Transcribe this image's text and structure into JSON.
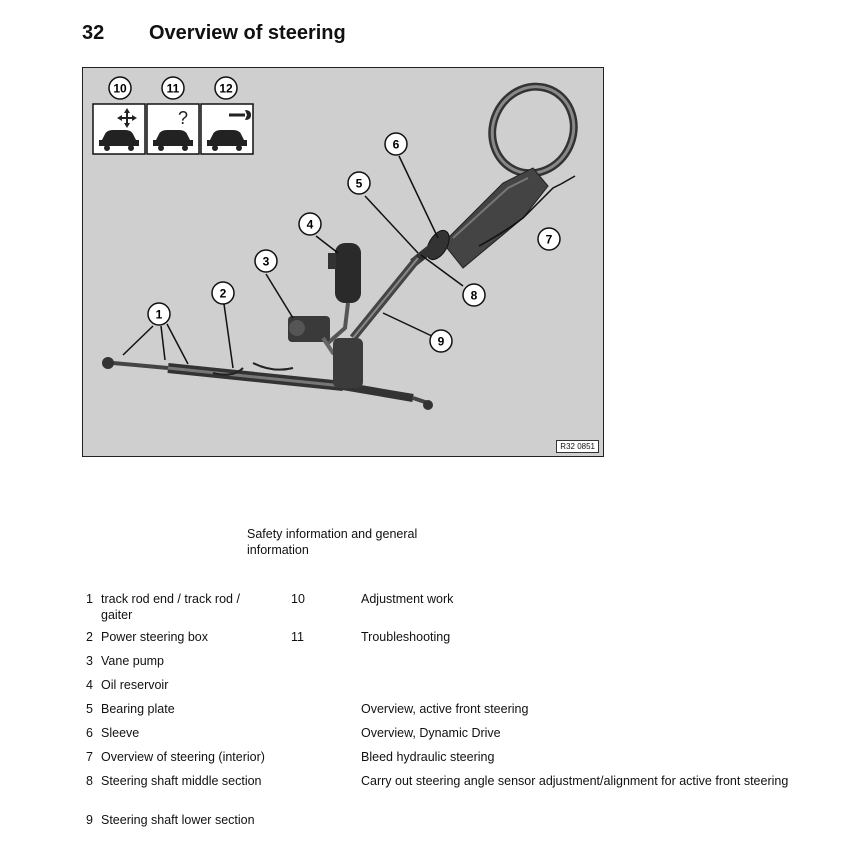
{
  "page": {
    "number": "32",
    "title": "Overview of steering"
  },
  "figure": {
    "reference_code": "R32 0851",
    "callouts": [
      "1",
      "2",
      "3",
      "4",
      "5",
      "6",
      "7",
      "8",
      "9"
    ],
    "symbols": [
      {
        "number": "10",
        "icon": "car-with-adjustment-arrows-icon"
      },
      {
        "number": "11",
        "icon": "car-with-question-mark-icon"
      },
      {
        "number": "12",
        "icon": "car-with-wrench-icon"
      }
    ]
  },
  "safety_text": "Safety information and general information",
  "legend": [
    {
      "num": "1",
      "label": "track rod end / track rod / gaiter",
      "ref_num": "10",
      "ref_label": "Adjustment work"
    },
    {
      "num": "2",
      "label": "Power steering box",
      "ref_num": "11",
      "ref_label": "Troubleshooting"
    },
    {
      "num": "3",
      "label": "Vane pump",
      "ref_num": "",
      "ref_label": ""
    },
    {
      "num": "4",
      "label": "Oil reservoir",
      "ref_num": "",
      "ref_label": ""
    },
    {
      "num": "5",
      "label": "Bearing plate",
      "ref_num": "",
      "ref_label": "Overview, active front steering"
    },
    {
      "num": "6",
      "label": "Sleeve",
      "ref_num": "",
      "ref_label": "Overview, Dynamic Drive"
    },
    {
      "num": "7",
      "label": "Overview of steering (interior)",
      "ref_num": "",
      "ref_label": "Bleed hydraulic steering"
    },
    {
      "num": "8",
      "label": "Steering shaft middle section",
      "ref_num": "",
      "ref_label": "Carry out steering angle sensor adjustment/alignment for active front steering"
    },
    {
      "num": "9",
      "label": "Steering shaft lower section",
      "ref_num": "",
      "ref_label": ""
    }
  ]
}
